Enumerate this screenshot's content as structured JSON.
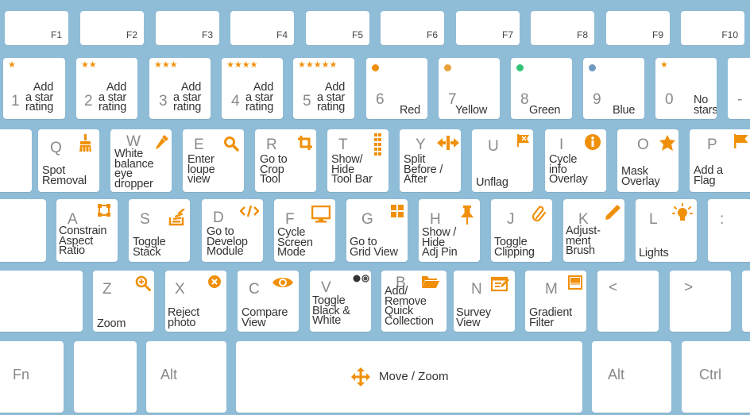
{
  "colors": {
    "background": "#8fbcd6",
    "key": "#ffffff",
    "accent": "#f0900a",
    "red": "#f0900a",
    "yellow": "#e8a33a",
    "green": "#34c27a",
    "blue": "#6d9ac0"
  },
  "function_row": [
    "F1",
    "F2",
    "F3",
    "F4",
    "F5",
    "F6",
    "F7",
    "F8",
    "F9",
    "F10"
  ],
  "number_row": [
    {
      "letter": "1",
      "desc": "Add\na star\nrating",
      "icon": "1-star-icon",
      "stars": "★"
    },
    {
      "letter": "2",
      "desc": "Add\na star\nrating",
      "icon": "2-star-icon",
      "stars": "★★"
    },
    {
      "letter": "3",
      "desc": "Add\na star\nrating",
      "icon": "3-star-icon",
      "stars": "★★★"
    },
    {
      "letter": "4",
      "desc": "Add\na star\nrating",
      "icon": "4-star-icon",
      "stars": "★★★★"
    },
    {
      "letter": "5",
      "desc": "Add\na star\nrating",
      "icon": "5-star-icon",
      "stars": "★★★★★"
    },
    {
      "letter": "6",
      "desc": "Red",
      "icon": "red-dot-icon"
    },
    {
      "letter": "7",
      "desc": "Yellow",
      "icon": "yellow-dot-icon"
    },
    {
      "letter": "8",
      "desc": "Green",
      "icon": "green-dot-icon"
    },
    {
      "letter": "9",
      "desc": "Blue",
      "icon": "blue-dot-icon"
    },
    {
      "letter": "0",
      "desc": "No\nstars",
      "icon": "star-icon",
      "stars": "★"
    },
    {
      "letter": "-",
      "desc": ""
    }
  ],
  "top_row": [
    {
      "letter": "Q",
      "desc": "Spot\nRemoval",
      "icon": "brush-icon"
    },
    {
      "letter": "W",
      "desc": "White\nbalance\neye\ndropper",
      "icon": "eyedropper-icon"
    },
    {
      "letter": "E",
      "desc": "Enter\nloupe\nview",
      "icon": "magnifier-icon"
    },
    {
      "letter": "R",
      "desc": "Go to\nCrop\nTool",
      "icon": "crop-icon"
    },
    {
      "letter": "T",
      "desc": "Show/\nHide\nTool Bar",
      "icon": "toolbar-icon"
    },
    {
      "letter": "Y",
      "desc": "Split\nBefore /\nAfter",
      "icon": "split-icon"
    },
    {
      "letter": "U",
      "desc": "Unflag",
      "icon": "unflag-icon"
    },
    {
      "letter": "I",
      "desc": "Cycle\ninfo\nOverlay",
      "icon": "info-icon"
    },
    {
      "letter": "O",
      "desc": "Mask\nOverlay",
      "icon": "mask-icon"
    },
    {
      "letter": "P",
      "desc": "Add a\nFlag",
      "icon": "flag-icon"
    }
  ],
  "home_row": [
    {
      "letter": "A",
      "desc": "Constrain\nAspect\nRatio",
      "icon": "constrain-icon"
    },
    {
      "letter": "S",
      "desc": "Toggle\nStack",
      "icon": "stack-icon"
    },
    {
      "letter": "D",
      "desc": "Go to\nDevelop\nModule",
      "icon": "code-icon"
    },
    {
      "letter": "F",
      "desc": "Cycle\nScreen\nMode",
      "icon": "monitor-icon"
    },
    {
      "letter": "G",
      "desc": "Go to\nGrid View",
      "icon": "grid-icon"
    },
    {
      "letter": "H",
      "desc": "Show /\nHide\nAdj Pin",
      "icon": "pin-icon"
    },
    {
      "letter": "J",
      "desc": "Toggle\nClipping",
      "icon": "clip-icon"
    },
    {
      "letter": "K",
      "desc": "Adjust-\nment\nBrush",
      "icon": "pencil-icon"
    },
    {
      "letter": "L",
      "desc": "Lights",
      "icon": "bulb-icon"
    },
    {
      "letter": ":",
      "desc": ""
    }
  ],
  "bottom_row": [
    {
      "letter": "Z",
      "desc": "Zoom",
      "icon": "zoom-in-icon"
    },
    {
      "letter": "X",
      "desc": "Reject\nphoto",
      "icon": "reject-icon"
    },
    {
      "letter": "C",
      "desc": "Compare\nView",
      "icon": "eye-icon"
    },
    {
      "letter": "V",
      "desc": "Toggle\nBlack &\nWhite",
      "icon": "bw-toggle-icon"
    },
    {
      "letter": "B",
      "desc": "Add/\nRemove\nQuick\nCollection",
      "icon": "folder-icon"
    },
    {
      "letter": "N",
      "desc": "Survey\nView",
      "icon": "survey-icon"
    },
    {
      "letter": "M",
      "desc": "Gradient\nFilter",
      "icon": "gradient-icon"
    },
    {
      "letter": "<",
      "desc": ""
    },
    {
      "letter": ">",
      "desc": ""
    }
  ],
  "space_row": {
    "fn": "Fn",
    "alt_left": "Alt",
    "space": "Move / Zoom",
    "alt_right": "Alt",
    "ctrl": "Ctrl"
  }
}
